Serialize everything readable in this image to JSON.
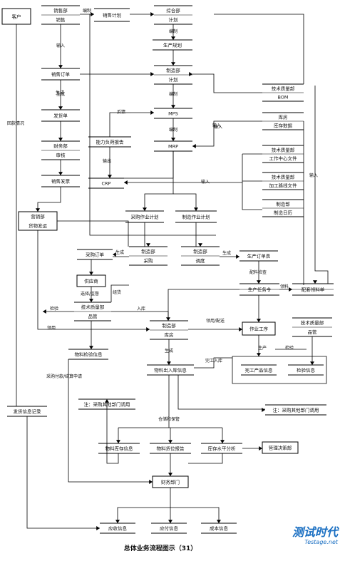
{
  "nodes": [
    {
      "id": "customer",
      "lines": [
        "客户"
      ],
      "style": "boxed"
    },
    {
      "id": "sales_dept",
      "lines": [
        "销售部",
        "销售"
      ],
      "style": "twoline"
    },
    {
      "id": "sales_plan",
      "lines": [
        "销售计划"
      ],
      "style": "plain"
    },
    {
      "id": "general_dept",
      "lines": [
        "综合部",
        "计划"
      ],
      "style": "twoline"
    },
    {
      "id": "prod_plan",
      "lines": [
        "生产规划"
      ],
      "style": "plain"
    },
    {
      "id": "sales_order",
      "lines": [
        "销售订单"
      ],
      "style": "plain"
    },
    {
      "id": "mfg_plan",
      "lines": [
        "制造部",
        "计划"
      ],
      "style": "twoline"
    },
    {
      "id": "tech_bom",
      "lines": [
        "技术质量部",
        "BOM"
      ],
      "style": "twoline"
    },
    {
      "id": "warehouse_stock",
      "lines": [
        "库房",
        "库存数据"
      ],
      "style": "twoline"
    },
    {
      "id": "invoice",
      "lines": [
        "发货单"
      ],
      "style": "plain"
    },
    {
      "id": "mps",
      "lines": [
        "MPS"
      ],
      "style": "plain"
    },
    {
      "id": "finance_review",
      "lines": [
        "财务部",
        "审核"
      ],
      "style": "twoline"
    },
    {
      "id": "capacity_report",
      "lines": [
        "能力负荷报告"
      ],
      "style": "plain"
    },
    {
      "id": "mrp",
      "lines": [
        "MRP"
      ],
      "style": "plain"
    },
    {
      "id": "tech_workhours",
      "lines": [
        "技术质量部",
        "工作中心文件"
      ],
      "style": "twoline"
    },
    {
      "id": "sales_receipt",
      "lines": [
        "销售发票"
      ],
      "style": "plain"
    },
    {
      "id": "crp",
      "lines": [
        "CRP"
      ],
      "style": "plain"
    },
    {
      "id": "tech_routing",
      "lines": [
        "技术质量部",
        "加工路线文件"
      ],
      "style": "twoline"
    },
    {
      "id": "mfg_calendar",
      "lines": [
        "制造部",
        "制造日历"
      ],
      "style": "twoline"
    },
    {
      "id": "sales_ship",
      "lines": [
        "营销部",
        "货物发运"
      ],
      "style": "boxed"
    },
    {
      "id": "purchase_plan",
      "lines": [
        "采购作业计划"
      ],
      "style": "plain"
    },
    {
      "id": "mfg_job_plan",
      "lines": [
        "制造作业计划"
      ],
      "style": "plain"
    },
    {
      "id": "purchase_order",
      "lines": [
        "采购订单"
      ],
      "style": "plain"
    },
    {
      "id": "mfg_purchase",
      "lines": [
        "制造部",
        "采购"
      ],
      "style": "twoline"
    },
    {
      "id": "mfg_dispatch",
      "lines": [
        "制造部",
        "调度"
      ],
      "style": "twoline"
    },
    {
      "id": "prod_order",
      "lines": [
        "生产订单表"
      ],
      "style": "plain"
    },
    {
      "id": "supplier",
      "lines": [
        "供应商"
      ],
      "style": "boxed"
    },
    {
      "id": "prod_task",
      "lines": [
        "生产任务令"
      ],
      "style": "twoline"
    },
    {
      "id": "matching_sheet",
      "lines": [
        "配套领料单"
      ],
      "style": "twoline"
    },
    {
      "id": "tech_qc",
      "lines": [
        "技术质量部",
        "品管"
      ],
      "style": "twoline"
    },
    {
      "id": "mfg_warehouse",
      "lines": [
        "制造部",
        "库房"
      ],
      "style": "twoline"
    },
    {
      "id": "work_order",
      "lines": [
        "作业工序"
      ],
      "style": "boxed"
    },
    {
      "id": "tech_qc2",
      "lines": [
        "技术质量部",
        "品管"
      ],
      "style": "twoline"
    },
    {
      "id": "material_inspect",
      "lines": [
        "物料检验信息"
      ],
      "style": "plain"
    },
    {
      "id": "mat_inout",
      "lines": [
        "物料出入库信息"
      ],
      "style": "plain"
    },
    {
      "id": "finished_info",
      "lines": [
        "完工产品信息"
      ],
      "style": "plain"
    },
    {
      "id": "inspect_info",
      "lines": [
        "检验信息"
      ],
      "style": "plain"
    },
    {
      "id": "ship_record",
      "lines": [
        "发货信息记录"
      ],
      "style": "plain"
    },
    {
      "id": "note_purchase",
      "lines": [
        "注：采购其他部门调用"
      ],
      "style": "plain"
    },
    {
      "id": "note_warehouse",
      "lines": [
        "注：采购其他部门调用"
      ],
      "style": "plain"
    },
    {
      "id": "mat_store_info",
      "lines": [
        "物料库存信息"
      ],
      "style": "plain"
    },
    {
      "id": "mat_io_report",
      "lines": [
        "物料货位报告"
      ],
      "style": "plain"
    },
    {
      "id": "stock_analysis",
      "lines": [
        "库存水平分析"
      ],
      "style": "plain"
    },
    {
      "id": "mgmt_decision",
      "lines": [
        "管理决策部"
      ],
      "style": "boxed"
    },
    {
      "id": "finance_dept",
      "lines": [
        "财务部门"
      ],
      "style": "boxed"
    },
    {
      "id": "receivable",
      "lines": [
        "应收信息"
      ],
      "style": "plain"
    },
    {
      "id": "payable",
      "lines": [
        "应付信息"
      ],
      "style": "plain"
    },
    {
      "id": "cost_info",
      "lines": [
        "成本信息"
      ],
      "style": "plain"
    }
  ],
  "edge_labels": {
    "l_bianzhi1": "编制",
    "l_bianzhi2": "编制",
    "l_bianzhi3": "编制",
    "l_bianzhi4": "编制",
    "l_bianzhi5": "编制",
    "l_shuru1": "输入",
    "l_shuru2": "输入",
    "l_shuru3": "输入",
    "l_shuru4": "输入",
    "l_shuru5": "输入",
    "l_shengcheng1": "生成",
    "l_shengcheng2": "生成",
    "l_shengcheng3": "生成",
    "l_shengcheng4": "生成",
    "l_shengcheng5": "生成",
    "l_fankui": "反馈",
    "l_shuchu": "输出",
    "l_huikuan": "回款情况",
    "l_peitao": "配料检查",
    "l_lingliao": "领料",
    "l_xuanzhe": "选择/监督",
    "l_zhaohuo": "组货",
    "l_jianyan1": "检验",
    "l_jianyan2": "检验",
    "l_rukou": "入库",
    "l_lingyong": "领用/配送",
    "l_wangong": "完工入库",
    "l_caigou_fk": "采购付款/结算申请",
    "l_cangchu": "仓储和保管",
    "l_lingyong2": "领用",
    "l_shengchan": "生产"
  },
  "title": "总体业务流程图示（31）",
  "watermark": {
    "cn": "测试时代",
    "en": "Testage.net"
  }
}
